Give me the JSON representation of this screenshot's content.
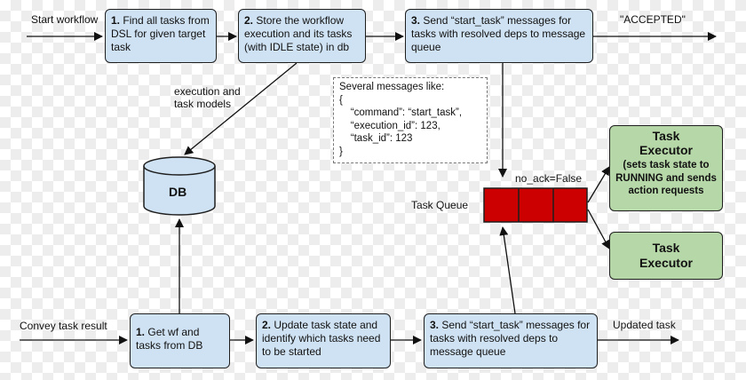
{
  "top_flow": {
    "start_label": "Start workflow",
    "step1": {
      "num": "1.",
      "text": "Find all tasks from DSL for given target task"
    },
    "step2": {
      "num": "2.",
      "text": "Store the workflow execution and its tasks (with IDLE state) in db"
    },
    "step3": {
      "num": "3.",
      "text": "Send “start_task” messages  for tasks with resolved deps to message queue"
    },
    "result_label": "\"ACCEPTED\""
  },
  "execution_label": "execution and\ntask models",
  "note": {
    "lines": [
      "Several messages like:",
      "{",
      "    “command”: “start_task”,",
      "    “execution_id”: 123,",
      "    “task_id”: 123",
      "}"
    ]
  },
  "db_label": "DB",
  "queue": {
    "label": "Task Queue",
    "no_ack": "no_ack=False",
    "slots": 3
  },
  "executors": [
    {
      "title": "Task Executor",
      "detail": "(sets task state to RUNNING and sends action requests"
    },
    {
      "title": "Task Executor",
      "detail": ""
    }
  ],
  "bottom_flow": {
    "input_label": "Convey task result",
    "step1": {
      "num": "1.",
      "text": "Get wf and tasks from DB"
    },
    "step2": {
      "num": "2.",
      "text": "Update task state and identify which tasks need to be started"
    },
    "step3": {
      "num": "3.",
      "text": "Send “start_task” messages for tasks with resolved deps to message queue"
    },
    "output_label": "Updated task"
  },
  "colors": {
    "step_fill": "#cfe2f3",
    "executor_fill": "#b6d7a8",
    "queue_fill": "#cc0000"
  }
}
